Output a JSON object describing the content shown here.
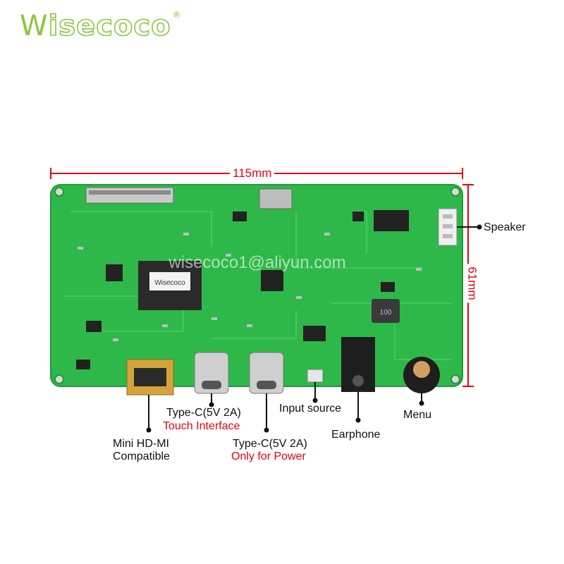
{
  "brand": {
    "name_first": "W",
    "name_rest": "isecoco",
    "registered_mark": "®"
  },
  "watermark": "wisecoco1@aliyun.com",
  "board_chip_label": "Wisecoco",
  "dimensions": {
    "width": "115mm",
    "height": "61mm"
  },
  "labels": {
    "speaker": "Speaker",
    "mini_hdmi": [
      "Mini HD-MI",
      "Compatible"
    ],
    "typec_touch": {
      "line1": "Type-C(5V 2A)",
      "line2": "Touch Interface"
    },
    "typec_power": {
      "line1": "Type-C(5V 2A)",
      "line2": "Only for Power"
    },
    "input_source": "Input source",
    "earphone": "Earphone",
    "menu": "Menu"
  },
  "colors": {
    "dimension_red": "#e60012",
    "board_green": "#2fb84a",
    "brand_green": "#8cc63f"
  }
}
